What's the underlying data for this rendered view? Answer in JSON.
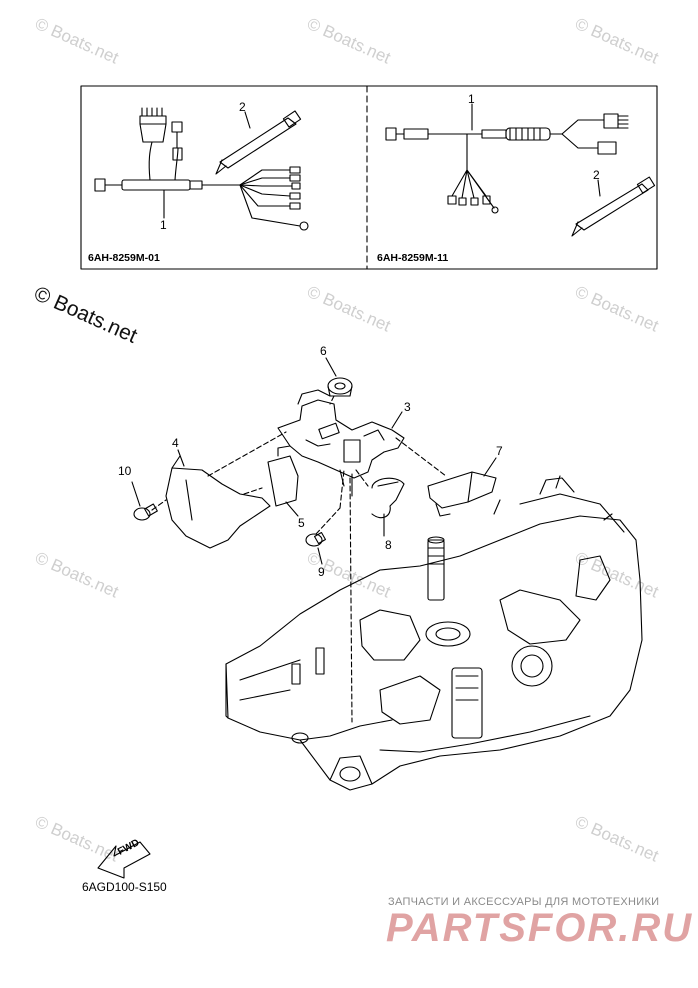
{
  "watermark": {
    "text": "© Boats.net",
    "big_text": "© Boats.net"
  },
  "kit_box": {
    "left_panel": {
      "code": "6AH-8259M-01",
      "callouts": [
        "1",
        "2"
      ]
    },
    "right_panel": {
      "code": "6AH-8259M-11",
      "callouts": [
        "1",
        "2"
      ]
    }
  },
  "main_diagram": {
    "callouts": [
      "3",
      "4",
      "5",
      "6",
      "7",
      "8",
      "9",
      "10"
    ],
    "fwd_label": "FWD",
    "figure_code": "6AGD100-S150"
  },
  "footer": {
    "ru_tagline": "ЗАПЧАСТИ И АКСЕССУАРЫ ДЛЯ МОТОТЕХНИКИ",
    "ru_brand": "PARTSFOR.RU"
  }
}
